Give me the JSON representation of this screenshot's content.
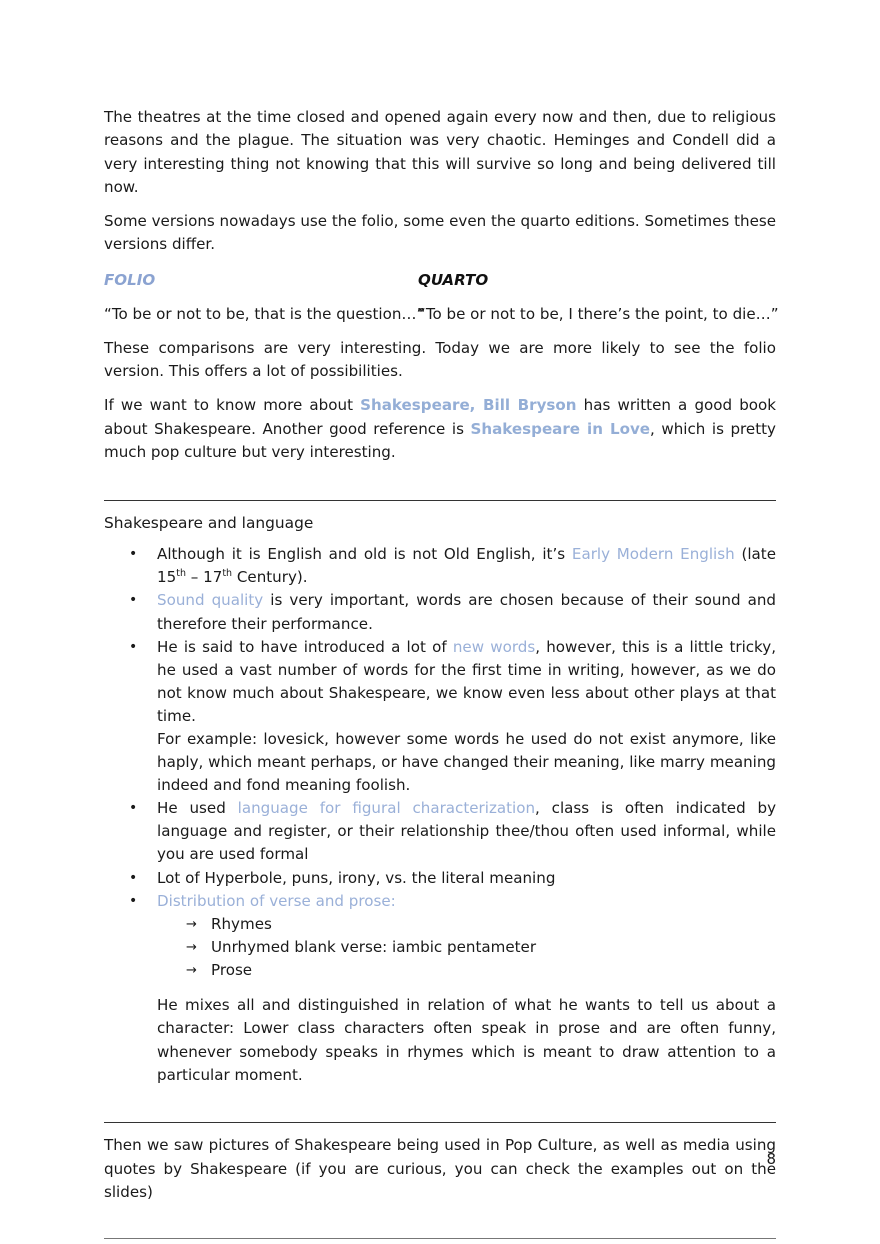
{
  "para1": "The theatres at the time closed and opened again every now and then, due to religious reasons and the plague. The situation was very chaotic. Heminges and Condell did a very interesting thing not knowing that this will survive so long and being delivered till now.",
  "para2": "Some versions nowadays use the folio, some even the quarto editions. Sometimes these versions differ.",
  "folio_label": "FOLIO",
  "quarto_label": "QUARTO",
  "folio_quote": "“To be or not to be, that is the question…”",
  "quarto_quote": "“To be or not to be, I there’s the point, to die…”",
  "para3": "These comparisons are very interesting. Today we are more likely to see the folio version. This offers a lot of possibilities.",
  "para4": {
    "t1": "If we want to know more about ",
    "link1": "Shakespeare, Bill Bryson",
    "t2": " has written a good book about Shakespeare. Another good reference is ",
    "link2": "Shakespeare in Love",
    "t3": ", which is pretty much pop culture but very interesting."
  },
  "section_heading": "Shakespeare and language",
  "bullet_glyph": "•",
  "arrow_glyph": "→",
  "b1": {
    "t1": "Although it is English and old is not Old English, it’s ",
    "hl": "Early Modern English",
    "t2": " (late 15",
    "sup1": "th",
    "t3": " – 17",
    "sup2": "th",
    "t4": " Century)."
  },
  "b2": {
    "hl": "Sound quality",
    "t1": " is very important, words are chosen because of their sound and therefore their performance."
  },
  "b3": {
    "t1": "He is said to have introduced a lot of ",
    "hl": "new words",
    "t2": ", however, this is a little tricky, he used a vast number of words for the first time in writing, however, as we do not know much about Shakespeare, we know even less about other plays at that time.",
    "t3": "For example: lovesick, however some words he used do not exist anymore, like haply, which meant perhaps, or have changed their meaning, like marry meaning indeed and fond meaning foolish."
  },
  "b4": {
    "t1": "He used ",
    "hl": "language for figural characterization",
    "t2": ", class is often indicated by language and register, or their relationship thee/thou often used informal, while you are used formal"
  },
  "b5": {
    "t1": "Lot of Hyperbole, puns, irony, vs. the literal meaning"
  },
  "b6": {
    "hl": "Distribution of verse and prose:"
  },
  "sub_items": [
    "Rhymes",
    "Unrhymed blank verse: iambic pentameter",
    "Prose"
  ],
  "mix_para": "He mixes all and distinguished in relation of what he wants to tell us about a character: Lower class characters often speak in prose and are often funny, whenever somebody speaks in rhymes which is meant to draw attention to a particular moment.",
  "para5": "Then we saw pictures of Shakespeare being used in Pop Culture, as well as media using quotes by Shakespeare (if you are curious, you can check the examples out on the slides)",
  "page_number": "8"
}
